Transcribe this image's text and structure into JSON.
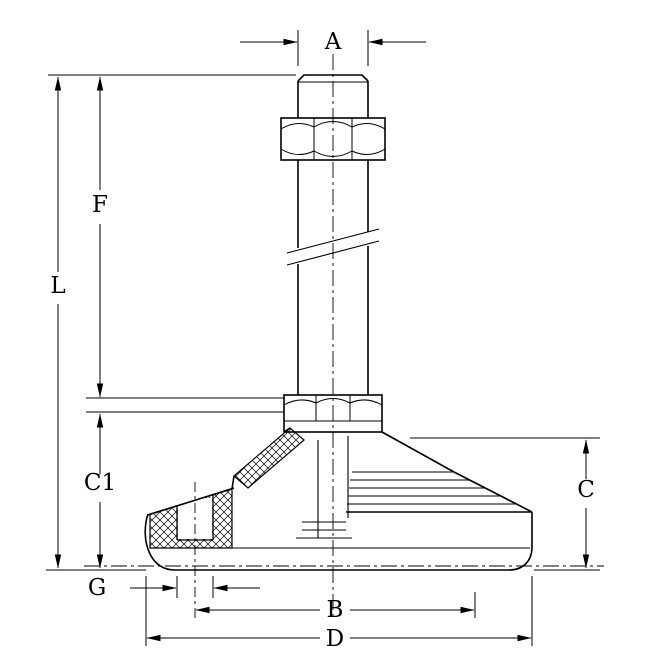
{
  "diagram": {
    "background_color": "#ffffff",
    "line_color": "#000000",
    "labels": {
      "a": "A",
      "f": "F",
      "l": "L",
      "c1": "C1",
      "c": "C",
      "g": "G",
      "b": "B",
      "d": "D"
    }
  }
}
